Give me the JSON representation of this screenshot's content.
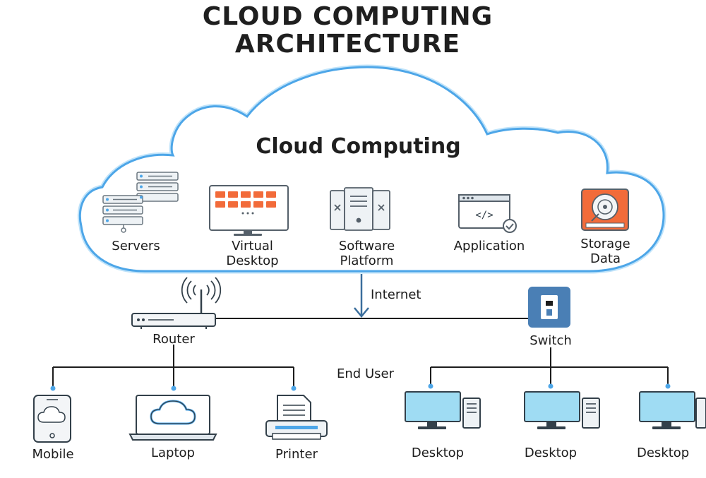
{
  "title": {
    "line1": "CLOUD COMPUTING",
    "line2": "ARCHITECTURE"
  },
  "cloud": {
    "title": "Cloud Computing",
    "services": [
      {
        "label_1": "Servers",
        "label_2": "",
        "icon": "server-rack-icon"
      },
      {
        "label_1": "Virtual",
        "label_2": "Desktop",
        "icon": "monitor-grid-icon"
      },
      {
        "label_1": "Software",
        "label_2": "Platform",
        "icon": "server-tower-icon"
      },
      {
        "label_1": "Application",
        "label_2": "",
        "icon": "code-window-icon"
      },
      {
        "label_1": "Storage",
        "label_2": "Data",
        "icon": "hard-drive-icon"
      }
    ]
  },
  "network": {
    "internet_label": "Internet",
    "router_label": "Router",
    "switch_label": "Switch",
    "end_user_label": "End User"
  },
  "devices": {
    "left": [
      {
        "label": "Mobile",
        "icon": "mobile-phone-icon"
      },
      {
        "label": "Laptop",
        "icon": "laptop-icon"
      },
      {
        "label": "Printer",
        "icon": "printer-icon"
      }
    ],
    "right": [
      {
        "label": "Desktop",
        "icon": "desktop-computer-icon"
      },
      {
        "label": "Desktop",
        "icon": "desktop-computer-icon"
      },
      {
        "label": "Desktop",
        "icon": "desktop-computer-icon"
      }
    ]
  },
  "colors": {
    "cloud_outline": "#4da6e8",
    "accent_orange": "#f26b3a",
    "screen_blue": "#9fdcf3",
    "switch_blue": "#4a7fb5",
    "line": "#1c1c1c"
  }
}
